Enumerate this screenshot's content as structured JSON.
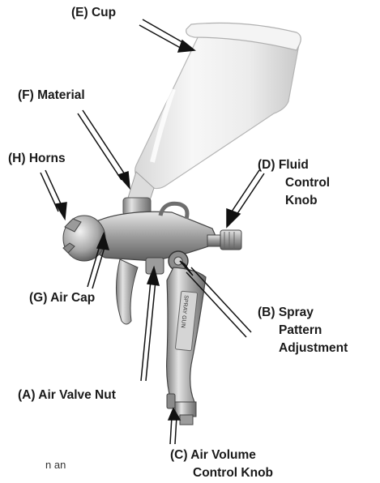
{
  "labels": {
    "cup": "(E) Cup",
    "material": "(F) Material",
    "horns": "(H) Horns",
    "fluid_control_knob": [
      "(D) Fluid",
      "Control",
      "Knob"
    ],
    "air_cap": "(G) Air Cap",
    "spray_pattern_adjustment": [
      "(B) Spray",
      "Pattern",
      "Adjustment"
    ],
    "air_valve_nut": "(A) Air Valve Nut",
    "air_volume_control_knob": [
      "(C) Air Volume",
      "Control Knob"
    ]
  },
  "gun_body_text": "SPRAY GUN",
  "page_fragment": "n an",
  "colors": {
    "text": "#1a1a1a",
    "arrow": "#111111",
    "cup": "#eeeeee",
    "metal": "#b9b9b9"
  }
}
